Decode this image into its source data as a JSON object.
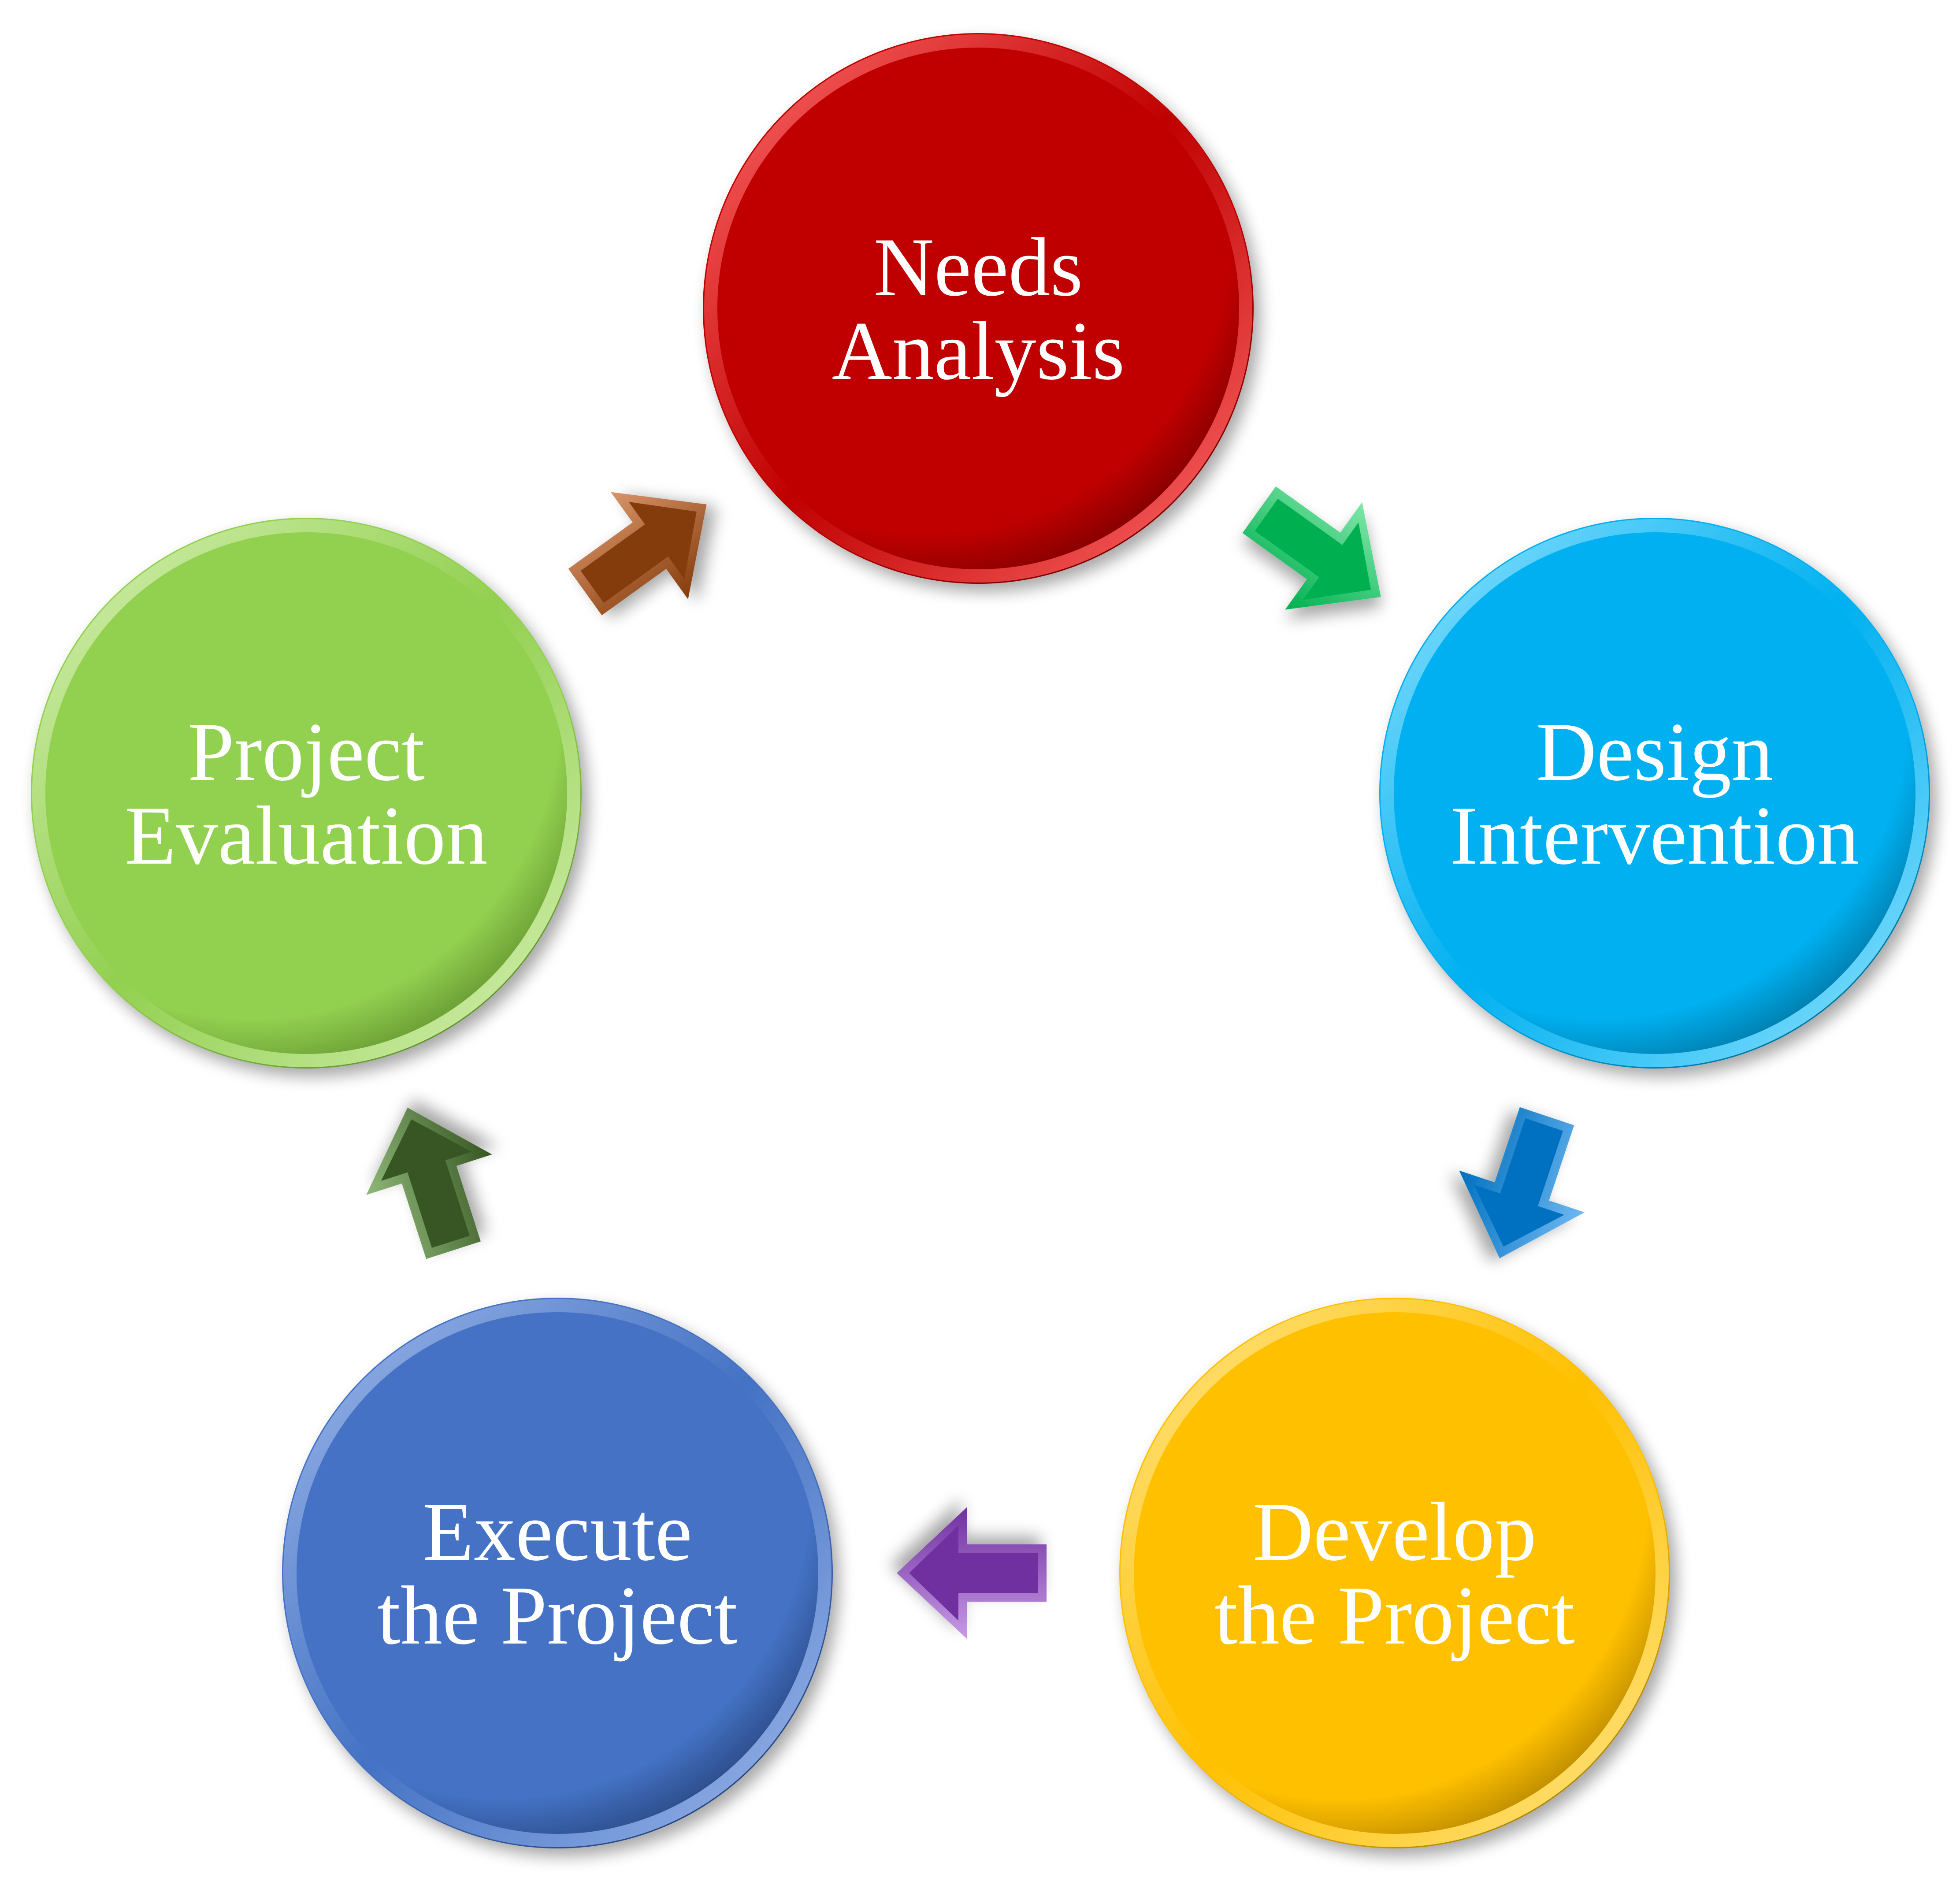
{
  "stages": [
    {
      "id": "needs-analysis",
      "lines": [
        "Needs",
        "Analysis"
      ],
      "color": "#c00000",
      "highlight": "#ff6b6b",
      "shadow": "#6e0000"
    },
    {
      "id": "design-intervention",
      "lines": [
        "Design",
        "Intervention"
      ],
      "color": "#00b0f0",
      "highlight": "#8fe2ff",
      "shadow": "#006b94"
    },
    {
      "id": "develop-the-project",
      "lines": [
        "Develop",
        "the Project"
      ],
      "color": "#ffc000",
      "highlight": "#ffe58a",
      "shadow": "#a67a00"
    },
    {
      "id": "execute-the-project",
      "lines": [
        "Execute",
        "the Project"
      ],
      "color": "#4472c4",
      "highlight": "#9db8ea",
      "shadow": "#233f75"
    },
    {
      "id": "project-evaluation",
      "lines": [
        "Project",
        "Evaluation"
      ],
      "color": "#92d050",
      "highlight": "#d6f0b4",
      "shadow": "#5b8b29"
    }
  ],
  "arrows": [
    {
      "id": "arrow-needs-to-design",
      "from": "needs-analysis",
      "to": "design-intervention",
      "color": "#00b050",
      "highlight": "#7ee6a8"
    },
    {
      "id": "arrow-design-to-develop",
      "from": "design-intervention",
      "to": "develop-the-project",
      "color": "#0070c0",
      "highlight": "#6fb8f0"
    },
    {
      "id": "arrow-develop-to-execute",
      "from": "develop-the-project",
      "to": "execute-the-project",
      "color": "#7030a0",
      "highlight": "#c79ae6"
    },
    {
      "id": "arrow-execute-to-evaluation",
      "from": "execute-the-project",
      "to": "project-evaluation",
      "color": "#375623",
      "highlight": "#8fb879"
    },
    {
      "id": "arrow-evaluation-to-needs",
      "from": "project-evaluation",
      "to": "needs-analysis",
      "color": "#843c0c",
      "highlight": "#d9946a"
    }
  ]
}
